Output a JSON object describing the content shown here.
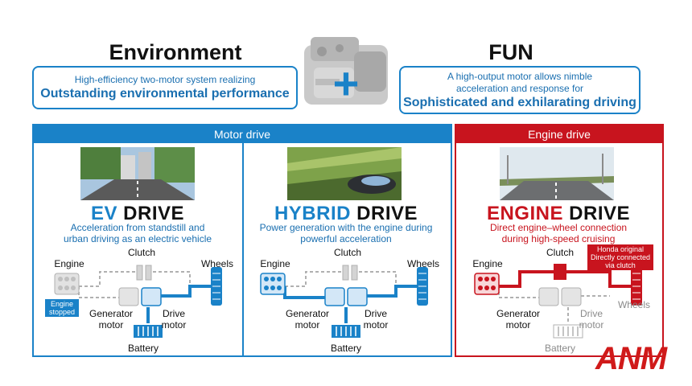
{
  "headings": {
    "environment": "Environment",
    "fun": "FUN",
    "plus": "+"
  },
  "callouts": {
    "environment": {
      "line1": "High-efficiency two-motor system realizing",
      "line2": "Outstanding environmental performance"
    },
    "fun": {
      "line1": "A high-output motor allows nimble",
      "line1b": "acceleration and response for",
      "line2": "Sophisticated and exhilarating driving"
    }
  },
  "bands": {
    "motor": "Motor drive",
    "engine": "Engine drive"
  },
  "modes": {
    "ev": {
      "word1": "EV",
      "word2": "DRIVE",
      "desc1": "Acceleration from standstill and",
      "desc2": "urban driving as an electric vehicle"
    },
    "hybrid": {
      "word1": "HYBRID",
      "word2": "DRIVE",
      "desc1": "Power generation with the engine during",
      "desc2": "powerful acceleration"
    },
    "engine": {
      "word1": "ENGINE",
      "word2": "DRIVE",
      "desc1": "Direct engine–wheel connection",
      "desc2": "during high-speed cruising"
    }
  },
  "labels": {
    "engine": "Engine",
    "clutch": "Clutch",
    "wheels": "Wheels",
    "generator1": "Generator",
    "generator2": "motor",
    "drive1": "Drive",
    "drive2": "motor",
    "battery": "Battery",
    "engine_stopped1": "Engine",
    "engine_stopped2": "stopped",
    "honda1": "Honda original",
    "honda2": "Directly connected",
    "honda3": "via clutch"
  },
  "watermark": "ANM",
  "colors": {
    "blue": "#1a82c8",
    "red": "#c8141e",
    "gray": "#b0b0b0"
  }
}
